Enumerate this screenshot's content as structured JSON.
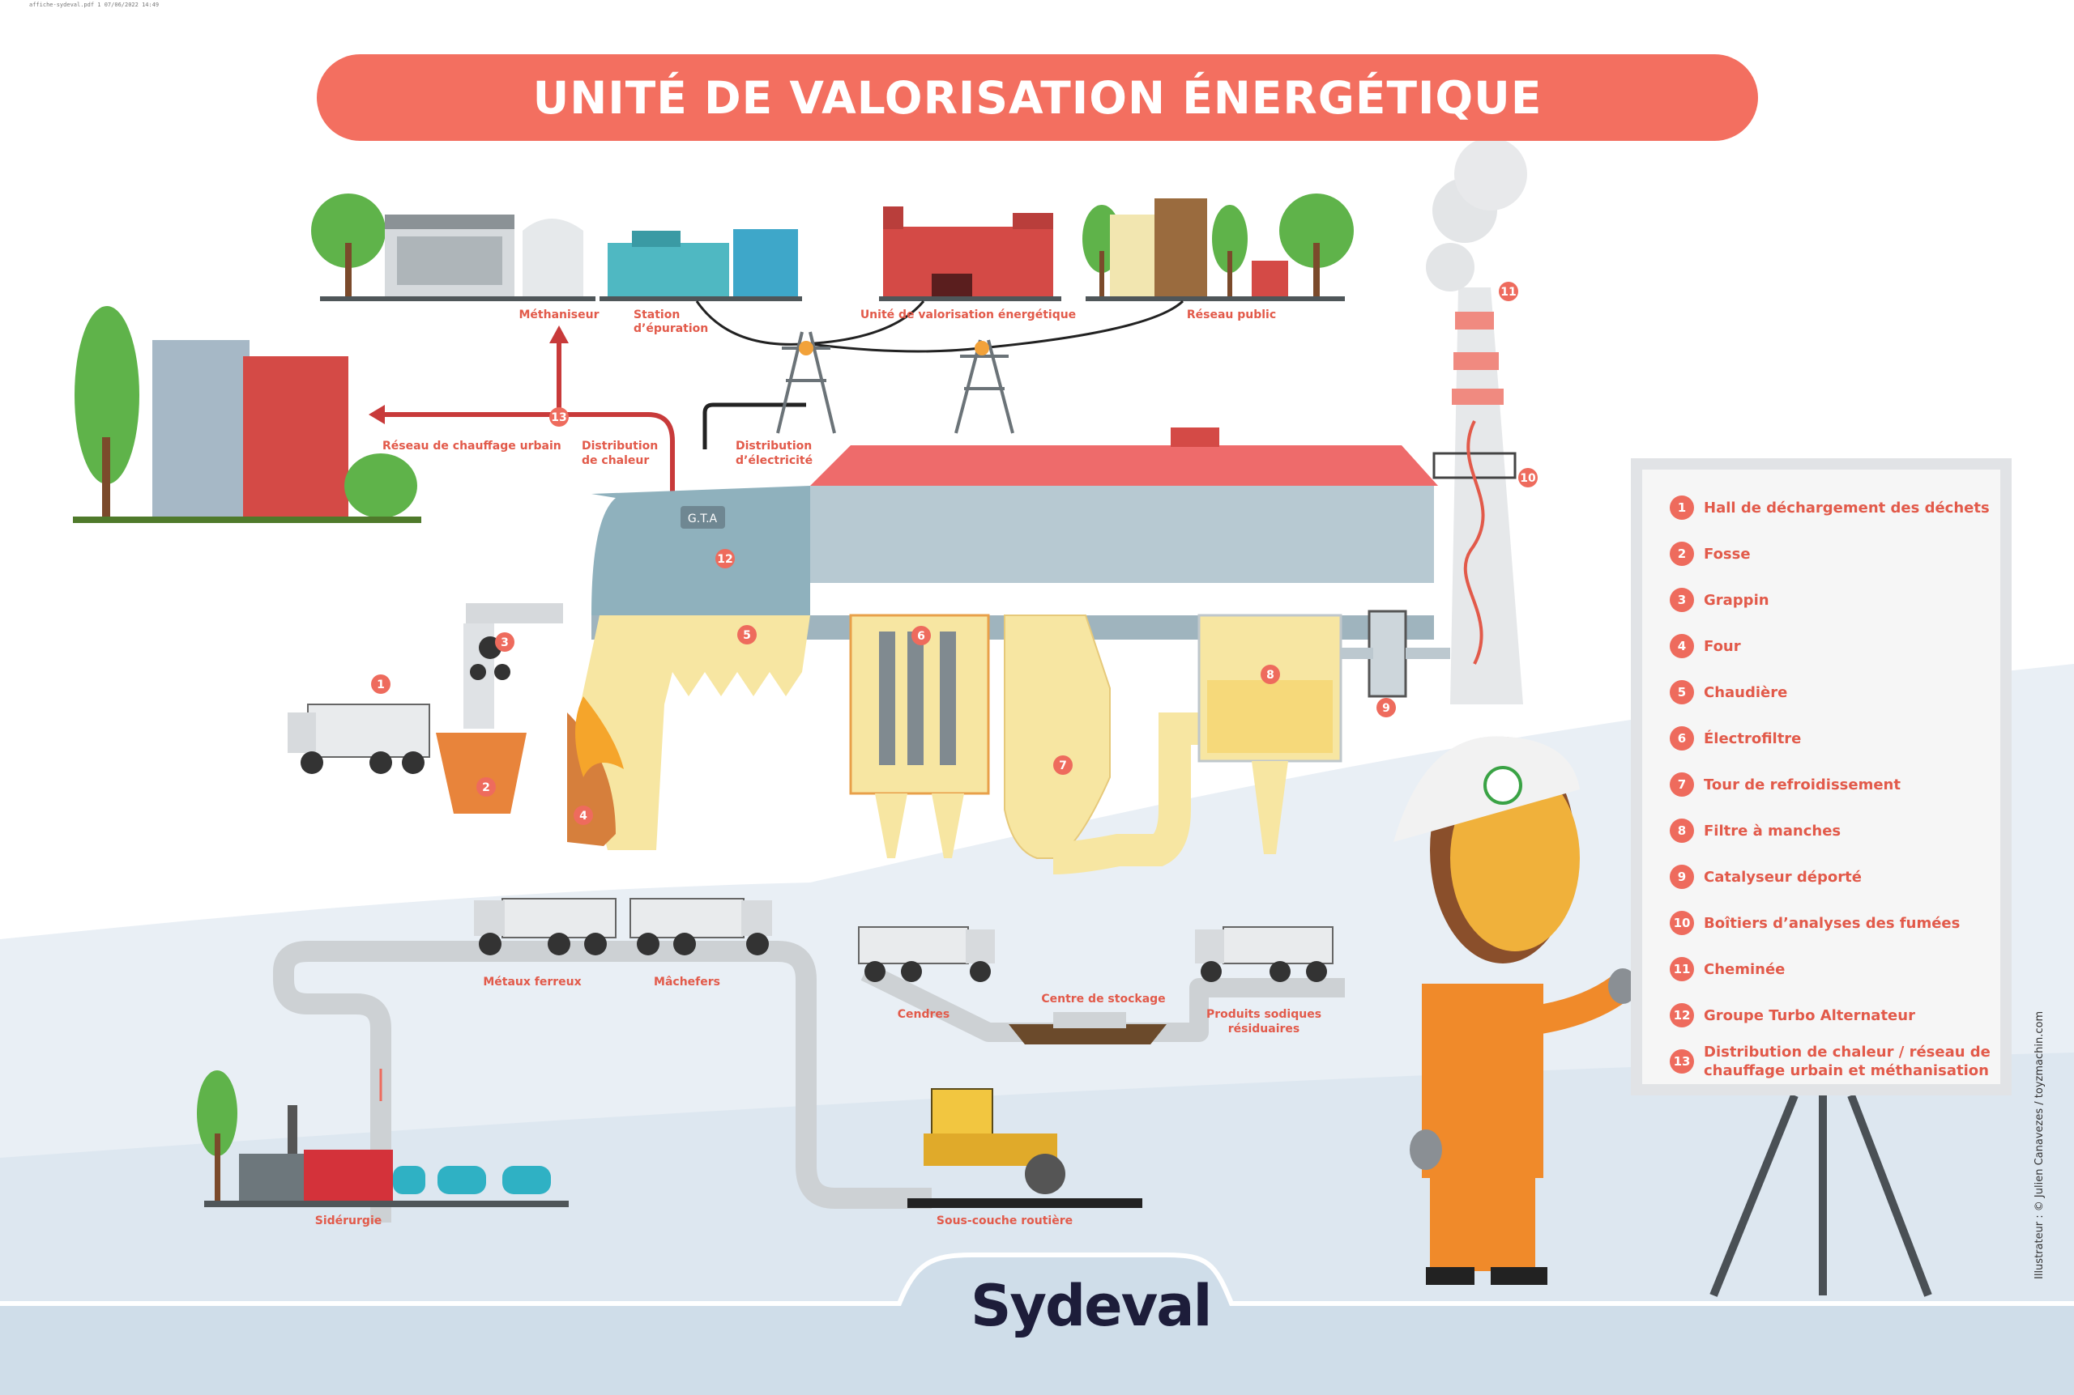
{
  "title": "UNITÉ DE VALORISATION ÉNERGÉTIQUE",
  "scene_labels": {
    "methaniseur": "Méthaniseur",
    "station_line1": "Station",
    "station_line2": "d’épuration",
    "uve": "Unité de valorisation énergétique",
    "reseau_public": "Réseau public",
    "reseau_chauffage": "Réseau de chauffage urbain",
    "dist_chaleur_line1": "Distribution",
    "dist_chaleur_line2": "de chaleur",
    "dist_elec_line1": "Distribution",
    "dist_elec_line2": "d’électricité",
    "gta": "G.T.A",
    "metaux_ferreux": "Métaux ferreux",
    "machefers": "Mâchefers",
    "cendres": "Cendres",
    "centre_stockage": "Centre de stockage",
    "produits_line1": "Produits sodiques",
    "produits_line2": "résiduaires",
    "siderurgie": "Sidérurgie",
    "sous_couche": "Sous-couche routière"
  },
  "legend": [
    {
      "num": "1",
      "label": "Hall de déchargement des déchets"
    },
    {
      "num": "2",
      "label": "Fosse"
    },
    {
      "num": "3",
      "label": "Grappin"
    },
    {
      "num": "4",
      "label": "Four"
    },
    {
      "num": "5",
      "label": "Chaudière"
    },
    {
      "num": "6",
      "label": "Électrofiltre"
    },
    {
      "num": "7",
      "label": "Tour de refroidissement"
    },
    {
      "num": "8",
      "label": "Filtre à manches"
    },
    {
      "num": "9",
      "label": "Catalyseur déporté"
    },
    {
      "num": "10",
      "label": "Boîtiers d’analyses des fumées"
    },
    {
      "num": "11",
      "label": "Cheminée"
    },
    {
      "num": "12",
      "label": "Groupe Turbo Alternateur"
    },
    {
      "num": "13",
      "label": "Distribution de chaleur / réseau de chauffage urbain et méthanisation"
    }
  ],
  "credit": "Illustrateur : © Julien Canavezes / toyzmachin.com",
  "logo": "Sydeval",
  "print_meta": "affiche-sydeval.pdf   1   07/06/2022   14:49",
  "colors": {
    "accent": "#f36f60",
    "label_red": "#e25a4a",
    "sky": "#e4ecf3",
    "sand": "#f7e6a2"
  }
}
